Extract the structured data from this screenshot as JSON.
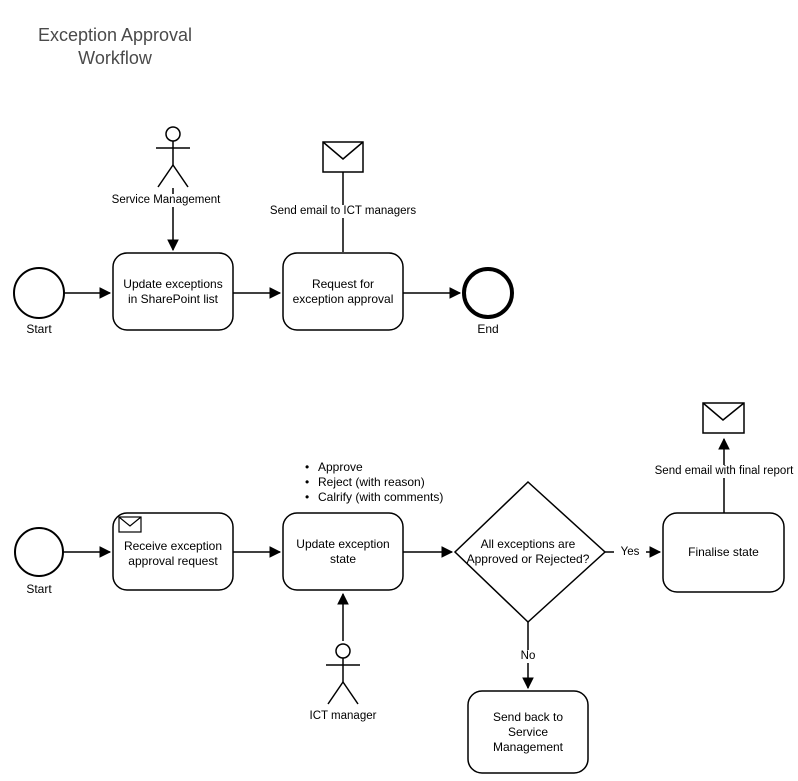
{
  "title": "Exception Approval Workflow",
  "top_flow": {
    "start_label": "Start",
    "actor_label": "Service Management",
    "task_update_sharepoint": "Update exceptions in SharePoint list",
    "email_annotation": "Send email to ICT managers",
    "task_request_approval": "Request for exception approval",
    "end_label": "End"
  },
  "bottom_flow": {
    "start_label": "Start",
    "task_receive_request": "Receive exception approval request",
    "task_update_state": "Update exception state",
    "bullet": "•",
    "options": [
      "Approve",
      "Reject (with reason)",
      "Calrify (with comments)"
    ],
    "actor_label": "ICT manager",
    "decision_question": "All exceptions are Approved or Rejected?",
    "yes_label": "Yes",
    "no_label": "No",
    "task_finalise": "Finalise state",
    "email_annotation": "Send email with final report",
    "task_send_back": "Send back to Service Management"
  },
  "colors": {
    "stroke": "#000000",
    "text": "#000000",
    "title_text": "#4a4a4a",
    "background": "#ffffff"
  }
}
